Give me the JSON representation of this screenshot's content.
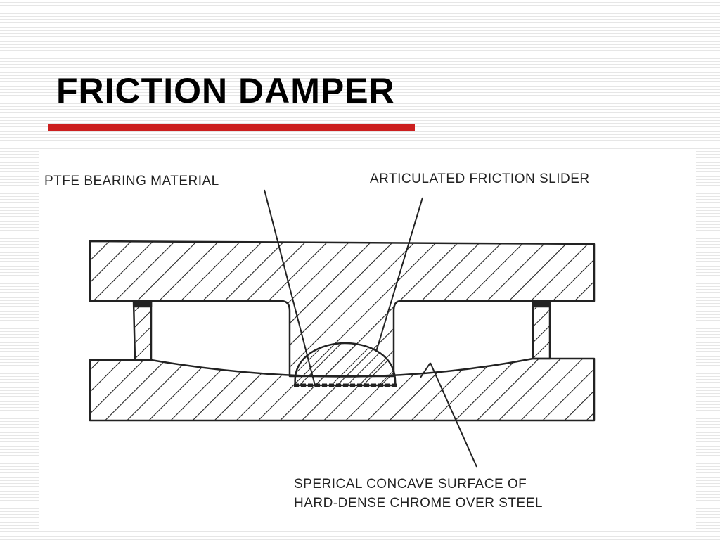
{
  "slide": {
    "title": "FRICTION DAMPER",
    "accent_color": "#cc1f1f",
    "line_color": "#222222"
  },
  "diagram": {
    "labels": {
      "ptfe": "PTFE BEARING MATERIAL",
      "slider": "ARTICULATED FRICTION SLIDER",
      "surface_line1": "SPERICAL CONCAVE SURFACE OF",
      "surface_line2": "HARD-DENSE CHROME OVER STEEL"
    }
  }
}
